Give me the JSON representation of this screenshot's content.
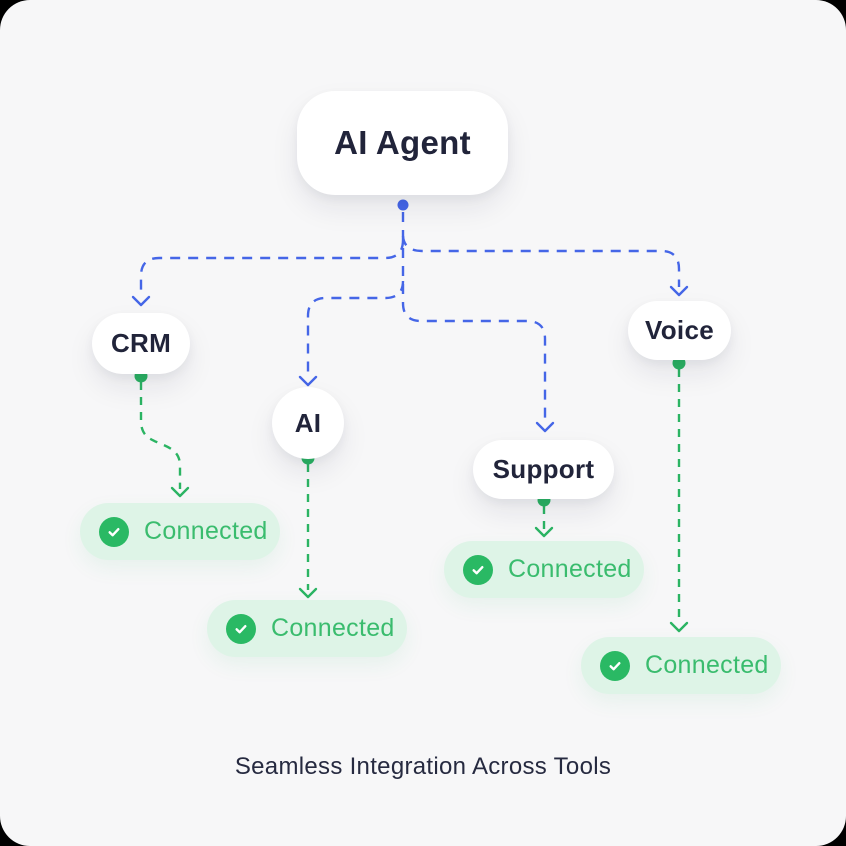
{
  "diagram": {
    "root_node": {
      "label": "AI Agent"
    },
    "tool_nodes": [
      {
        "id": "crm",
        "label": "CRM",
        "status": "Connected"
      },
      {
        "id": "ai",
        "label": "AI",
        "status": "Connected"
      },
      {
        "id": "support",
        "label": "Support",
        "status": "Connected"
      },
      {
        "id": "voice",
        "label": "Voice",
        "status": "Connected"
      }
    ],
    "caption": "Seamless Integration Across Tools"
  },
  "icons": {
    "check": "✓"
  },
  "colors": {
    "canvas_background": "#f7f7f8",
    "page_corner_background": "#000000",
    "node_background": "#ffffff",
    "node_text": "#21243a",
    "connector_primary_blue": "#4566e7",
    "connector_success_green": "#2bb463",
    "badge_background": "#def4e7",
    "badge_text": "#3abc6e",
    "check_circle_background": "#2ab964",
    "check_mark": "#ffffff"
  }
}
